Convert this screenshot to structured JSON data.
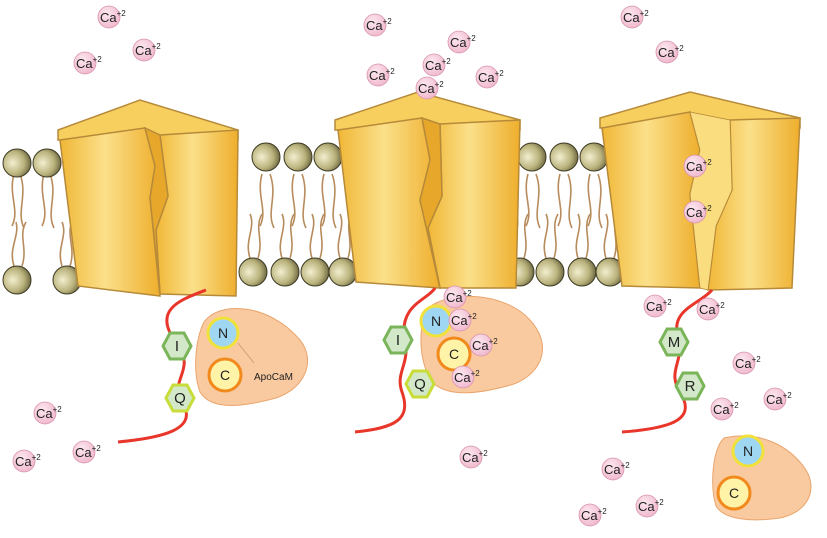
{
  "ion": {
    "symbol": "Ca",
    "charge": "+2"
  },
  "panels": [
    {
      "id": "apo",
      "iq_motif": [
        "I",
        "Q"
      ],
      "calmodulin": {
        "n_lobe": "N",
        "c_lobe": "C",
        "label": "ApoCaM"
      },
      "bound_ca_count": 0,
      "channel_state": "closed"
    },
    {
      "id": "ca-bound",
      "iq_motif": [
        "I",
        "Q"
      ],
      "calmodulin": {
        "n_lobe": "N",
        "c_lobe": "C",
        "label": ""
      },
      "bound_ca_count": 4,
      "channel_state": "closed"
    },
    {
      "id": "mutant",
      "iq_motif": [
        "M",
        "R"
      ],
      "calmodulin": {
        "n_lobe": "N",
        "c_lobe": "C",
        "label": ""
      },
      "bound_ca_count": 0,
      "channel_state": "open"
    }
  ],
  "colors": {
    "channel": "#f4c54d",
    "membrane_head": "#b9b27c",
    "ion": "#f3c6d9",
    "cam": "#f9c9a0",
    "n_lobe": "#9fd7f2",
    "c_lobe": "#fff3a8",
    "iq_hex": "#d3e8c9",
    "linker": "#e8362a"
  }
}
